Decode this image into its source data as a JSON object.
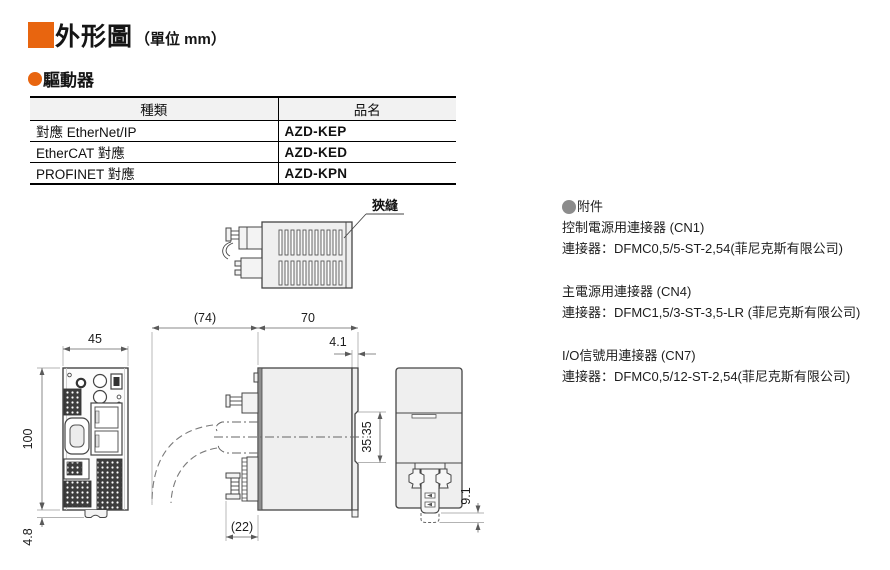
{
  "header": {
    "title": "外形圖",
    "unit_note": "（單位 mm）",
    "section_label": "驅動器"
  },
  "product_table": {
    "col_headers": [
      "種類",
      "品名"
    ],
    "rows": [
      {
        "type": "對應 EtherNet/IP",
        "model": "AZD-KEP"
      },
      {
        "type": "EtherCAT 對應",
        "model": "AZD-KED"
      },
      {
        "type": "PROFINET 對應",
        "model": "AZD-KPN"
      }
    ]
  },
  "drawing": {
    "slit_label": "狹縫",
    "dimensions": {
      "front_width": "45",
      "front_height": "100",
      "front_foot": "4.8",
      "cable_clearance": "(74)",
      "depth": "70",
      "rail_offset": "4.1",
      "rail_recess": "35.35",
      "connector_depth": "(22)",
      "clip_travel": "9.1"
    }
  },
  "accessories": {
    "heading": "附件",
    "groups": [
      {
        "title": "控制電源用連接器 (CN1)",
        "spec": "連接器：DFMC0,5/5-ST-2,54(菲尼克斯有限公司)"
      },
      {
        "title": "主電源用連接器 (CN4)",
        "spec": "連接器：DFMC1,5/3-ST-3,5-LR (菲尼克斯有限公司)"
      },
      {
        "title": "I/O信號用連接器 (CN7)",
        "spec": "連接器：DFMC0,5/12-ST-2,54(菲尼克斯有限公司)"
      }
    ]
  },
  "colors": {
    "accent_orange": "#E8650F",
    "bullet_gray": "#8C8C8C",
    "table_header_bg": "#F2F2F2",
    "drawing_fill": "#EFEFEF",
    "line_dark": "#454545"
  }
}
